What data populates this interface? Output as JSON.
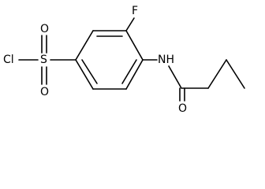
{
  "molecule": {
    "atoms": {
      "cl": "Cl",
      "s": "S",
      "o_top": "O",
      "o_bottom": "O",
      "f": "F",
      "nh": "NH",
      "o_carbonyl": "O"
    }
  },
  "colors": {
    "bond": "#000000",
    "label": "#000000",
    "background": "#ffffff"
  }
}
